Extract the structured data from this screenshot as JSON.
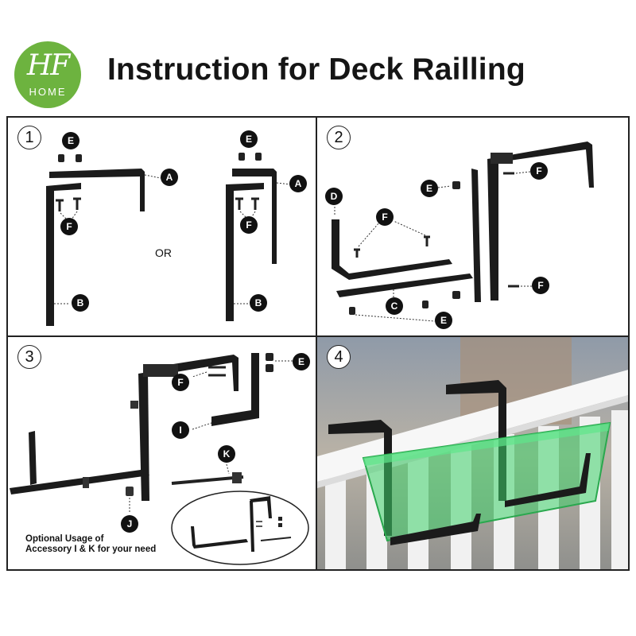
{
  "logo": {
    "main": "HF",
    "sub": "HOME"
  },
  "title": "Instruction for Deck Railling",
  "panels": {
    "step1": {
      "number": "1",
      "or_text": "OR"
    },
    "step2": {
      "number": "2"
    },
    "step3": {
      "number": "3",
      "optional_note_line1": "Optional Usage of",
      "optional_note_line2": "Accessory I & K for your need"
    },
    "step4": {
      "number": "4"
    }
  },
  "part_labels": {
    "A": "A",
    "B": "B",
    "C": "C",
    "D": "D",
    "E": "E",
    "F": "F",
    "I": "I",
    "J": "J",
    "K": "K"
  },
  "colors": {
    "logo_green": "#6db33f",
    "bracket": "#1b1b1b",
    "planter_green": "#3ed16a",
    "railing": "#f4f4f4"
  }
}
